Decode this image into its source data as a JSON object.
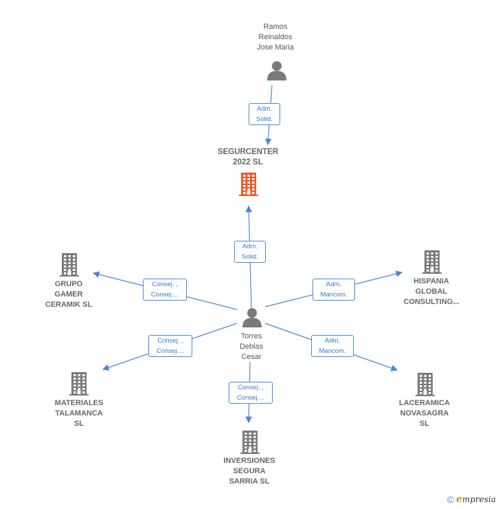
{
  "colors": {
    "edge": "#4a86d6",
    "building": "#7a7a7a",
    "focus_building": "#f05a28",
    "person": "#7a7a7a"
  },
  "nodes": {
    "ramos": {
      "label": "Ramos\nReinaldos\nJose Maria",
      "icon": "person-icon"
    },
    "segurcenter": {
      "label": "SEGURCENTER\n2022  SL",
      "icon": "building-icon"
    },
    "torres": {
      "label": "Torres\nDeblas\nCesar",
      "icon": "person-icon"
    },
    "grupo": {
      "label": "GRUPO\nGAMER\nCERAMIK SL",
      "icon": "building-icon"
    },
    "hispania": {
      "label": "HISPANIA\nGLOBAL\nCONSULTING...",
      "icon": "building-icon"
    },
    "materiales": {
      "label": "MATERIALES\nTALAMANCA\nSL",
      "icon": "building-icon"
    },
    "laceramica": {
      "label": "LACERAMICA\nNOVASAGRA\nSL",
      "icon": "building-icon"
    },
    "inversiones": {
      "label": "INVERSIONES\nSEGURA\nSARRIA SL",
      "icon": "building-icon"
    }
  },
  "edges": {
    "ramos_segur": "Adm.\nSolid.",
    "torres_segur": "Adm.\nSolid.",
    "torres_grupo": "Consej. ,\nConsej....",
    "torres_hispania": "Adm.\nMancom.",
    "torres_materiales": "Consej. ,\nConsej....",
    "torres_laceramica": "Adm.\nMancom.",
    "torres_inversiones": "Consej. ,\nConsej...."
  },
  "footer": {
    "copyright": "©",
    "brand_e": "e",
    "brand_rest": "mpresia"
  }
}
